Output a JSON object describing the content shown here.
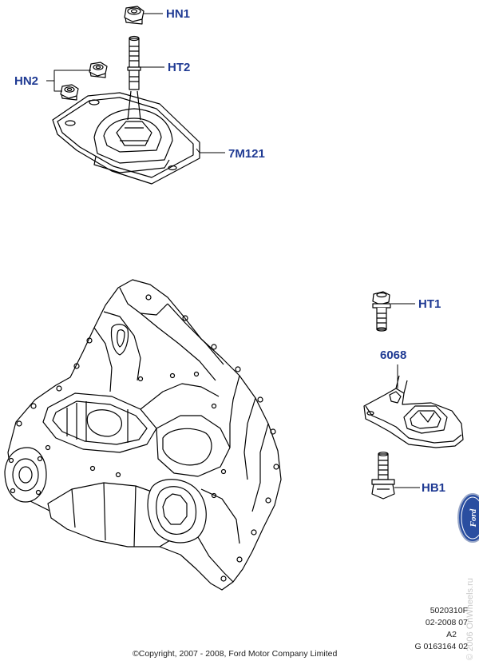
{
  "callouts": {
    "hn1": "HN1",
    "ht2": "HT2",
    "hn2": "HN2",
    "m7m121": "7M121",
    "ht1": "HT1",
    "p6068": "6068",
    "hb1": "HB1"
  },
  "footer": {
    "code_line1": "5020310F",
    "code_line2": "02-2008 07",
    "code_line3": "A2",
    "code_line4": "G 0163164 02",
    "copyright": "©Copyright, 2007 - 2008, Ford Motor Company Limited"
  },
  "logo": {
    "text": "Ford"
  },
  "watermark": "© 2006 OnWheels.ru",
  "colors": {
    "callout": "#1f3a93",
    "line": "#000000"
  }
}
